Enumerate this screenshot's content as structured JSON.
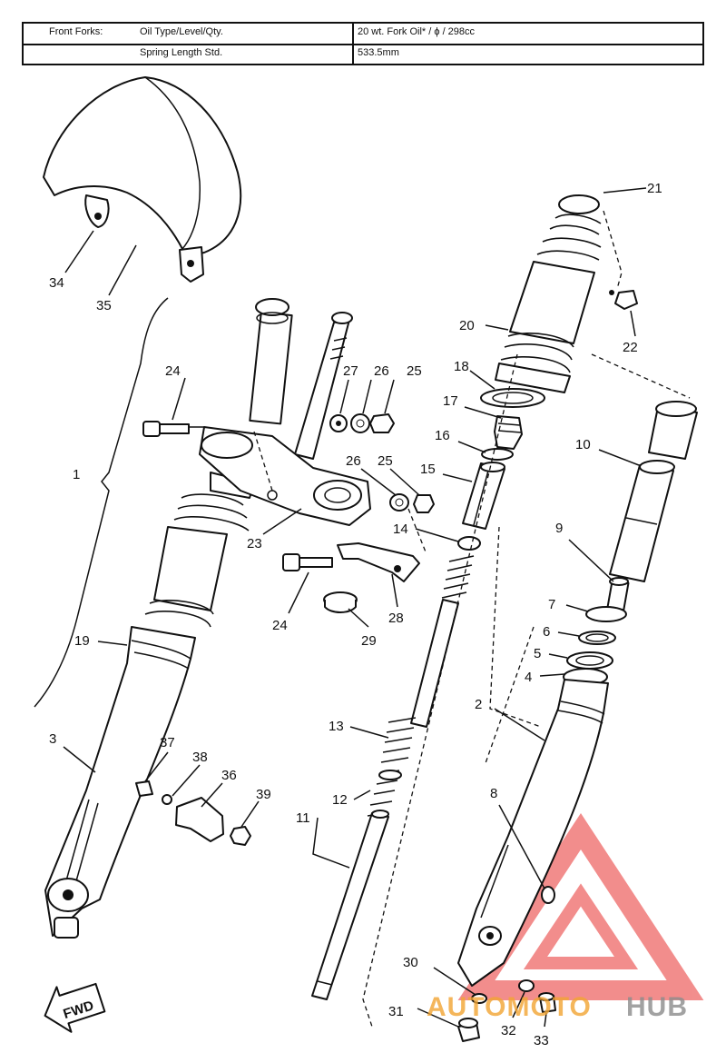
{
  "spec_table": {
    "section": "Front Forks:",
    "row1": {
      "item": "Oil Type/Level/Qty.",
      "value": "20 wt. Fork Oil* / ϕ / 298cc"
    },
    "row2": {
      "item": "Spring Length Std.",
      "value": "533.5mm"
    }
  },
  "callouts": {
    "c1": "1",
    "c2": "2",
    "c3": "3",
    "c4": "4",
    "c5": "5",
    "c6": "6",
    "c7": "7",
    "c8": "8",
    "c9": "9",
    "c10": "10",
    "c11": "11",
    "c12": "12",
    "c13": "13",
    "c14": "14",
    "c15": "15",
    "c16": "16",
    "c17": "17",
    "c18": "18",
    "c19": "19",
    "c20": "20",
    "c21": "21",
    "c22": "22",
    "c23": "23",
    "c24a": "24",
    "c24b": "24",
    "c25a": "25",
    "c25b": "25",
    "c26a": "26",
    "c26b": "26",
    "c27": "27",
    "c28": "28",
    "c29": "29",
    "c30": "30",
    "c31": "31",
    "c32": "32",
    "c33": "33",
    "c34": "34",
    "c35": "35",
    "c36": "36",
    "c37": "37",
    "c38": "38",
    "c39": "39"
  },
  "fwd_label": "FWD",
  "watermark": {
    "part1": "AUTOMOTO",
    "part2": "HUB",
    "color1": "#f2a533",
    "color2": "#8c8c8c",
    "logo_color": "#e8312f"
  }
}
